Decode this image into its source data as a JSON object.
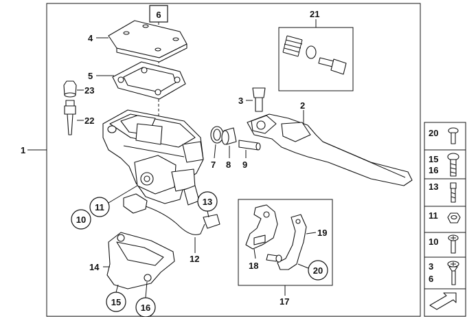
{
  "callouts": {
    "c1": "1",
    "c2": "2",
    "c3": "3",
    "c4": "4",
    "c5": "5",
    "c6": "6",
    "c7": "7",
    "c8": "8",
    "c9": "9",
    "c10": "10",
    "c11": "11",
    "c12": "12",
    "c13": "13",
    "c14": "14",
    "c15": "15",
    "c16": "16",
    "c17": "17",
    "c18": "18",
    "c19": "19",
    "c20": "20",
    "c21": "21",
    "c22": "22",
    "c23": "23"
  },
  "side_legend": [
    {
      "label": "20",
      "icon": "pan-screw-icon"
    },
    {
      "label_a": "15",
      "label_b": "16",
      "icon": "long-screw-icon"
    },
    {
      "label": "13",
      "icon": "bolt-icon"
    },
    {
      "label": "11",
      "icon": "nut-icon"
    },
    {
      "label": "10",
      "icon": "phillips-screw-icon"
    },
    {
      "label_a": "3",
      "label_b": "6",
      "icon": "countersunk-screw-icon"
    }
  ],
  "nav_icon": "arrow-icon"
}
